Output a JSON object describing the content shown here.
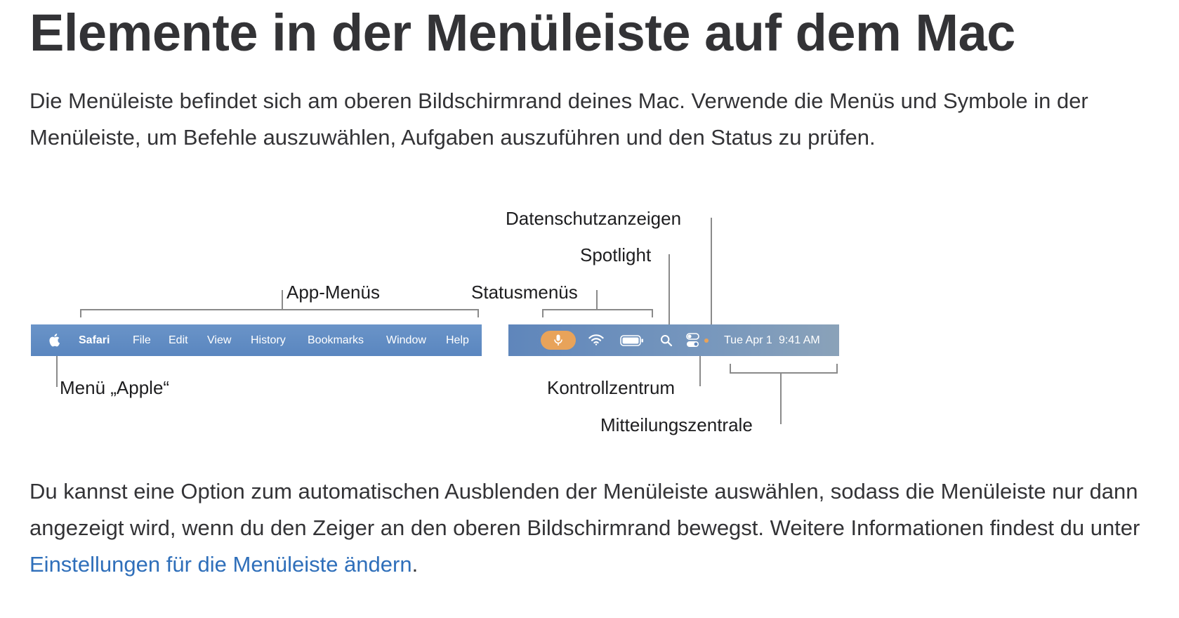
{
  "page": {
    "title": "Elemente in der Menüleiste auf dem Mac",
    "intro": "Die Menüleiste befindet sich am oberen Bildschirmrand deines Mac. Verwende die Menüs und Symbole in der Menüleiste, um Befehle auszuwählen, Aufgaben auszuführen und den Status zu prüfen.",
    "outro_text": "Du kannst eine Option zum automatischen Ausblenden der Menüleiste auswählen, sodass die Menüleiste nur dann angezeigt wird, wenn du den Zeiger an den oberen Bildschirmrand bewegst. Weitere Informationen findest du unter ",
    "outro_link": "Einstellungen für die Menüleiste ändern",
    "outro_end": "."
  },
  "diagram": {
    "callouts": {
      "privacy": "Datenschutzanzeigen",
      "spotlight": "Spotlight",
      "app_menus": "App-Menüs",
      "status_menus": "Statusmenüs",
      "apple_menu": "Menü „Apple“",
      "control_center": "Kontrollzentrum",
      "notification_center": "Mitteilungszentrale"
    },
    "menubar_left": {
      "items": [
        "Safari",
        "File",
        "Edit",
        "View",
        "History",
        "Bookmarks",
        "Window",
        "Help"
      ]
    },
    "menubar_right": {
      "date": "Tue Apr 1",
      "time": "9:41 AM"
    },
    "colors": {
      "menubar": "#5a86bf",
      "mic_pill": "#e8a35a",
      "privacy_dot": "#e8a35a",
      "link": "#2f6fba"
    }
  }
}
